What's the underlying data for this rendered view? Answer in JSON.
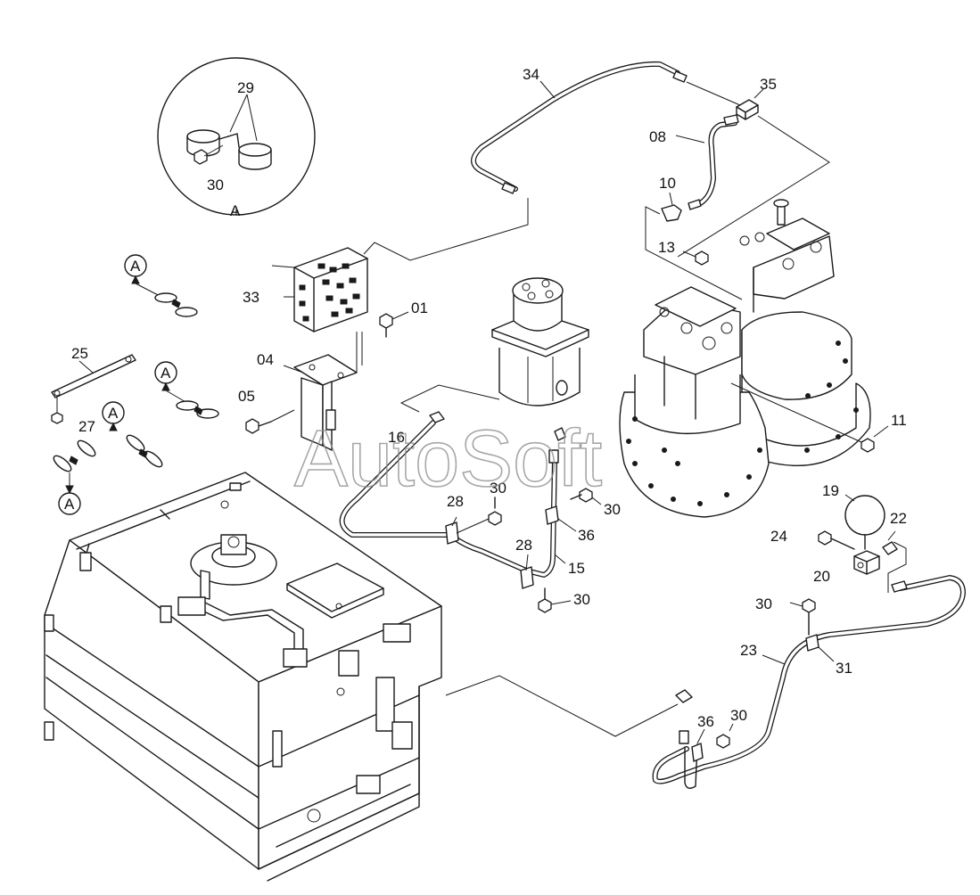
{
  "watermark": "AutoSoft",
  "labels": {
    "l01": "01",
    "l04": "04",
    "l05": "05",
    "l08": "08",
    "l10": "10",
    "l11": "11",
    "l13": "13",
    "l15": "15",
    "l16": "16",
    "l19": "19",
    "l20": "20",
    "l22": "22",
    "l23": "23",
    "l24": "24",
    "l25": "25",
    "l27": "27",
    "l28a": "28",
    "l28b": "28",
    "l29": "29",
    "l30a": "30",
    "l30b": "30",
    "l30c": "30",
    "l30d": "30",
    "l30e": "30",
    "l30f": "30",
    "l31": "31",
    "l33": "33",
    "l34": "34",
    "l35": "35",
    "l36a": "36",
    "l36b": "36"
  },
  "detail": {
    "view_label": "A",
    "callouts": [
      "A",
      "A",
      "A",
      "A"
    ]
  }
}
